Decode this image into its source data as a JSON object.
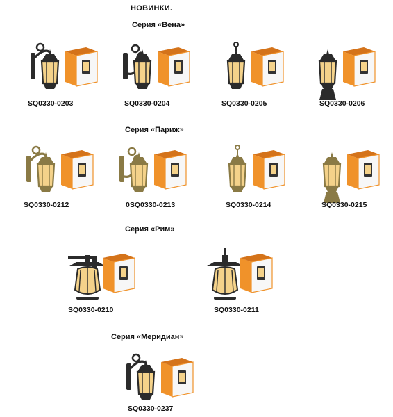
{
  "page": {
    "title": "НОВИНКИ."
  },
  "sections": [
    {
      "series_label": "Серия «Вена»",
      "products": [
        {
          "code": "SQ0330-0203",
          "finish": "black",
          "style": "wall-down",
          "icon": "wall-lantern-icon"
        },
        {
          "code": "SQ0330-0204",
          "finish": "black",
          "style": "wall-up",
          "icon": "wall-lantern-icon"
        },
        {
          "code": "SQ0330-0205",
          "finish": "black",
          "style": "hanging",
          "icon": "pendant-lantern-icon"
        },
        {
          "code": "SQ0330-0206",
          "finish": "black",
          "style": "post",
          "icon": "post-lantern-icon"
        }
      ]
    },
    {
      "series_label": "Серия «Париж»",
      "products": [
        {
          "code": "SQ0330-0212",
          "finish": "bronze",
          "style": "wall-down",
          "icon": "wall-lantern-icon"
        },
        {
          "code": "0SQ0330-0213",
          "finish": "bronze",
          "style": "wall-up",
          "icon": "wall-lantern-icon"
        },
        {
          "code": "SQ0330-0214",
          "finish": "bronze",
          "style": "hanging",
          "icon": "pendant-lantern-icon"
        },
        {
          "code": "SQ0330-0215",
          "finish": "bronze",
          "style": "post",
          "icon": "post-lantern-icon"
        }
      ]
    },
    {
      "series_label": "Серия «Рим»",
      "products": [
        {
          "code": "SQ0330-0210",
          "finish": "dark",
          "style": "rim-wall",
          "icon": "wall-lantern-icon"
        },
        {
          "code": "SQ0330-0211",
          "finish": "dark",
          "style": "rim-hang",
          "icon": "pendant-lantern-icon"
        }
      ]
    },
    {
      "series_label": "Серия «Меридиан»",
      "products": [
        {
          "code": "SQ0330-0237",
          "finish": "dark",
          "style": "meridian",
          "icon": "wall-lantern-icon"
        }
      ]
    }
  ],
  "colors": {
    "box_orange": "#f0922a",
    "box_orange_dark": "#d4731a",
    "box_white": "#f7f7f7",
    "black_metal": "#2b2b2b",
    "bronze_metal": "#8a7a45",
    "glass_amber": "#f4d28a"
  }
}
